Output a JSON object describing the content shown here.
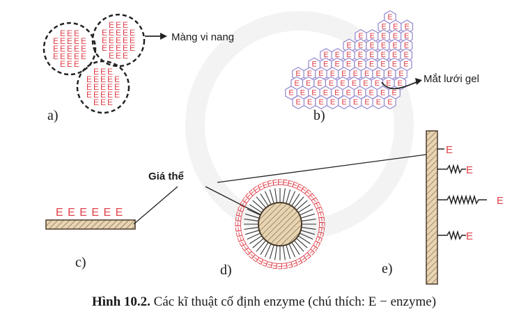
{
  "labels": {
    "a": "a)",
    "b": "b)",
    "c": "c)",
    "d": "d)",
    "e": "e)",
    "membrane": "Màng vi nang",
    "gel": "Mắt lưới gel",
    "support": "Giá thể"
  },
  "enzyme_symbol": "E",
  "chain_c": "E E E E E E",
  "caption": {
    "number": "Hình 10.2.",
    "text": " Các kĩ thuật cố định enzyme (chú thích: E − enzyme)"
  },
  "colors": {
    "enzyme": "#e0404a",
    "hexagon": "#9a8fd0",
    "support_fill": "#e9d4b2",
    "support_stroke": "#4a3a2a",
    "line": "#222222"
  }
}
